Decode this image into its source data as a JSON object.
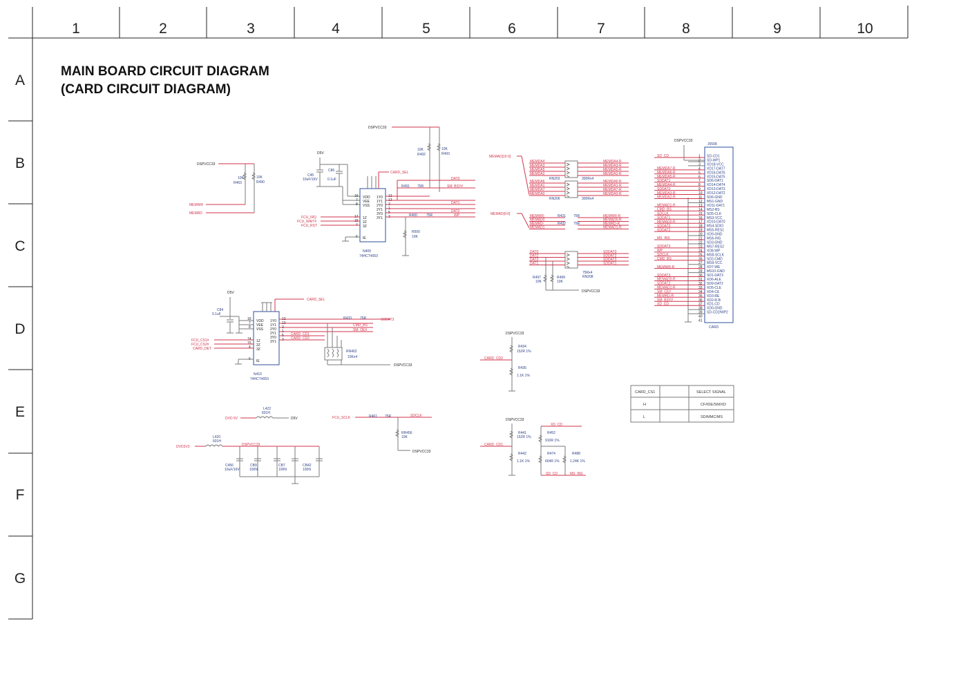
{
  "grid": {
    "columns": [
      "1",
      "2",
      "3",
      "4",
      "5",
      "6",
      "7",
      "8",
      "9",
      "10"
    ],
    "rows": [
      "A",
      "B",
      "C",
      "D",
      "E",
      "F",
      "G"
    ]
  },
  "title": {
    "line1": "MAIN BOARD CIRCUIT DIAGRAM",
    "line2": "(CARD CIRCUIT DIAGRAM)"
  },
  "colors": {
    "wire": "#d1334b",
    "label": "#2b3f86",
    "grid": "#222222"
  },
  "power": {
    "dspvcc33": "DSPVCC33",
    "d5v": "D5V",
    "dvd5v": "DVD 5V",
    "dvd3v3": "DVD3V3"
  },
  "components": {
    "r463": "R463",
    "r490": "R490",
    "r10k": "10K",
    "r492": "R492",
    "r493": "R493",
    "c45": "C45",
    "c45_val": "10uF/16V",
    "c86": "C86",
    "c86_val": "0.1uF",
    "n409": "N409",
    "n409_part": "74HCT4053",
    "n410": "N410",
    "n410_part": "74HCT4053",
    "r491": "R491",
    "r400": "R400",
    "r75": "75R",
    "r500": "R500",
    "c84": "C84",
    "c84_val": "0.1uF",
    "r433": "R433",
    "rn402": "RN402",
    "rn402_val": "10Kx4",
    "rn203": "RN203",
    "rn206": "RN206",
    "rn208": "RN208",
    "r300x4": "300Rx4",
    "r75x4": "75Rx4",
    "r431": "R431",
    "r432": "R432",
    "r497": "R497",
    "r499": "R499",
    "r434": "R434",
    "r434_val": "152R 1%",
    "r435": "R435",
    "r435_val": "1.1K 1%",
    "r441": "R441",
    "r442": "R442",
    "r452": "R452",
    "r452_val": "910R 1%",
    "r474": "R474",
    "r474_val": "604R 1%",
    "r488": "R488",
    "r488_val": "1.24K 1%",
    "l422": "L422",
    "l420": "L420",
    "l_val": "601H",
    "r461": "R461",
    "r456": "RR456",
    "c456": "C456",
    "c456_val": "10uF/16V",
    "cb9": "CB9",
    "cb7": "CB7",
    "cb42": "CB42",
    "c100n": "100N",
    "j5508": "J5508",
    "card": "CARD"
  },
  "nets": {
    "memwr": "MEMWR",
    "memrd": "MEMRD",
    "card_sel": "CARD_SEL",
    "dat0": "DAT0",
    "sm_bsy": "SM_BSY#",
    "dat1": "DAT1",
    "dat2": "DAT2",
    "wp": "WP",
    "fcu_irq": "FCU_IRQ",
    "fcu_wait": "FCU_WAIT#",
    "fcu_rst": "FCU_RST",
    "fcu_cs1": "FCU_CS1#",
    "fcu_cs2": "FCU_CS2#",
    "card_det": "CARD_DET",
    "sddat3": "SDDAT3",
    "cmd_bs": "CMD_BS",
    "sm_oe": "SM_OE#",
    "card_cd1": "CARD_CD1",
    "card_cd2": "CARD_CD2",
    "fcu_sclk": "FCU_SCLK",
    "sdclk": "SDCLK",
    "memad15": "MEMAD[15:0]",
    "memad9": "MEMAD[9:0]",
    "xd_cd": "XD_CD",
    "sd_cd": "SD_CD",
    "ms_ins": "MS_INS"
  },
  "pins": {
    "vdd": "VDD",
    "vee": "VEE",
    "vss": "VSS",
    "y10": "1Y0",
    "y11": "1Y1",
    "y20": "2Y0",
    "y21": "2Y1",
    "y30": "3Y0",
    "y31": "3Y1",
    "z1": "1Z",
    "z2": "2Z",
    "z3": "3Z",
    "ie": "IE"
  },
  "pin_numbers": {
    "n16": "16",
    "n7": "7",
    "n8": "8",
    "n14": "14",
    "n15": "15",
    "n4": "4",
    "n6": "6",
    "n12": "12",
    "n13": "13",
    "n2": "2",
    "n1": "1",
    "n5": "5",
    "n3": "3"
  },
  "memad_left": [
    "MEMDA4",
    "MEMDA3",
    "MEMDA5",
    "MEMDA2",
    "MEMDA6",
    "MEMDA1",
    "MEMDA7",
    "MEMDA0"
  ],
  "memad_right": [
    "MEMDA4-R",
    "MEMDA3-R",
    "MEMDA5-R",
    "MEMDA2-R",
    "MEMDA6-R",
    "MEMDA1-R",
    "MEMDA7-R",
    "MEMDA0-R"
  ],
  "ctrl_left": [
    "MEMWR-",
    "MEMAD0",
    "MEMRD-",
    "MEMAD1"
  ],
  "ctrl_right": [
    "MEMWR-R",
    "MEMAD0-R",
    "MEMRD-R",
    "MEMAD1-R"
  ],
  "sd_left": [
    "DAT0",
    "DAT2",
    "DAT3",
    "DAT1"
  ],
  "sd_right": [
    "SDDAT0",
    "SDDAT2",
    "SDDAT3",
    "SDDAT1"
  ],
  "connector_pins": [
    "SD-CD1",
    "SD-WP1",
    "XD18-VCC",
    "XD17-DAT7",
    "XD16-DAT6",
    "XD15-DAT5",
    "SD6-DAT1",
    "XD14-DAT4",
    "XD13-DAT3",
    "XD12-DAT2",
    "SD6-GND",
    "MS1-GND",
    "XD11-DAT1",
    "MS2-BS",
    "SD5-CLK",
    "MS3-VCC",
    "XD10-DAT0",
    "MS4-SDIO",
    "MS5-RES1",
    "XD9-GND",
    "MS6-INS",
    "SD3-GND",
    "MS7-RES2",
    "XD8-WP",
    "MS8-SCLK",
    "SD2-CMD",
    "MS9-VCC",
    "XD7-WE",
    "MS10-GND",
    "SD1-DAT3",
    "XD6-ALE",
    "SD9-DAT2",
    "XD5-CLE",
    "XD4-CE",
    "XD3-RE",
    "XD2-R-B",
    "XD1-CD",
    "XD0-GND",
    "SD-CD2/WP2"
  ],
  "connector_nets": [
    "SD_CD",
    "",
    "",
    "MEMDA7-R",
    "MEMDA6-R",
    "MEMDA5-R",
    "SDDAT1",
    "MEMDA4-R",
    "SDDAT0",
    "MEMDA3-R",
    "MEMDA2-R",
    "",
    "MEMAD1-R",
    "CMD_BS",
    "SDCLK",
    "SDDAT1",
    "MEMAD0-R",
    "SDDAT0",
    "SDDAT2",
    "",
    "MS_INS",
    "",
    "SDDAT3",
    "WP",
    "SDCLK",
    "CMD_BS",
    "",
    "MEMWR-R",
    "",
    "SDDAT3",
    "MEMAD0-R",
    "SDDAT2",
    "MEMAD1-R",
    "SM_CE#",
    "MEMRD-R",
    "SM_BSY#",
    "XD_CD",
    "",
    ""
  ],
  "select_table": {
    "rows": [
      [
        "CARD_CS1",
        "",
        "SELECT SIGNAL"
      ],
      [
        "H",
        "",
        "CF/IDE/SM/XD"
      ],
      [
        "L",
        "",
        "SD/MMC/MS"
      ]
    ]
  }
}
